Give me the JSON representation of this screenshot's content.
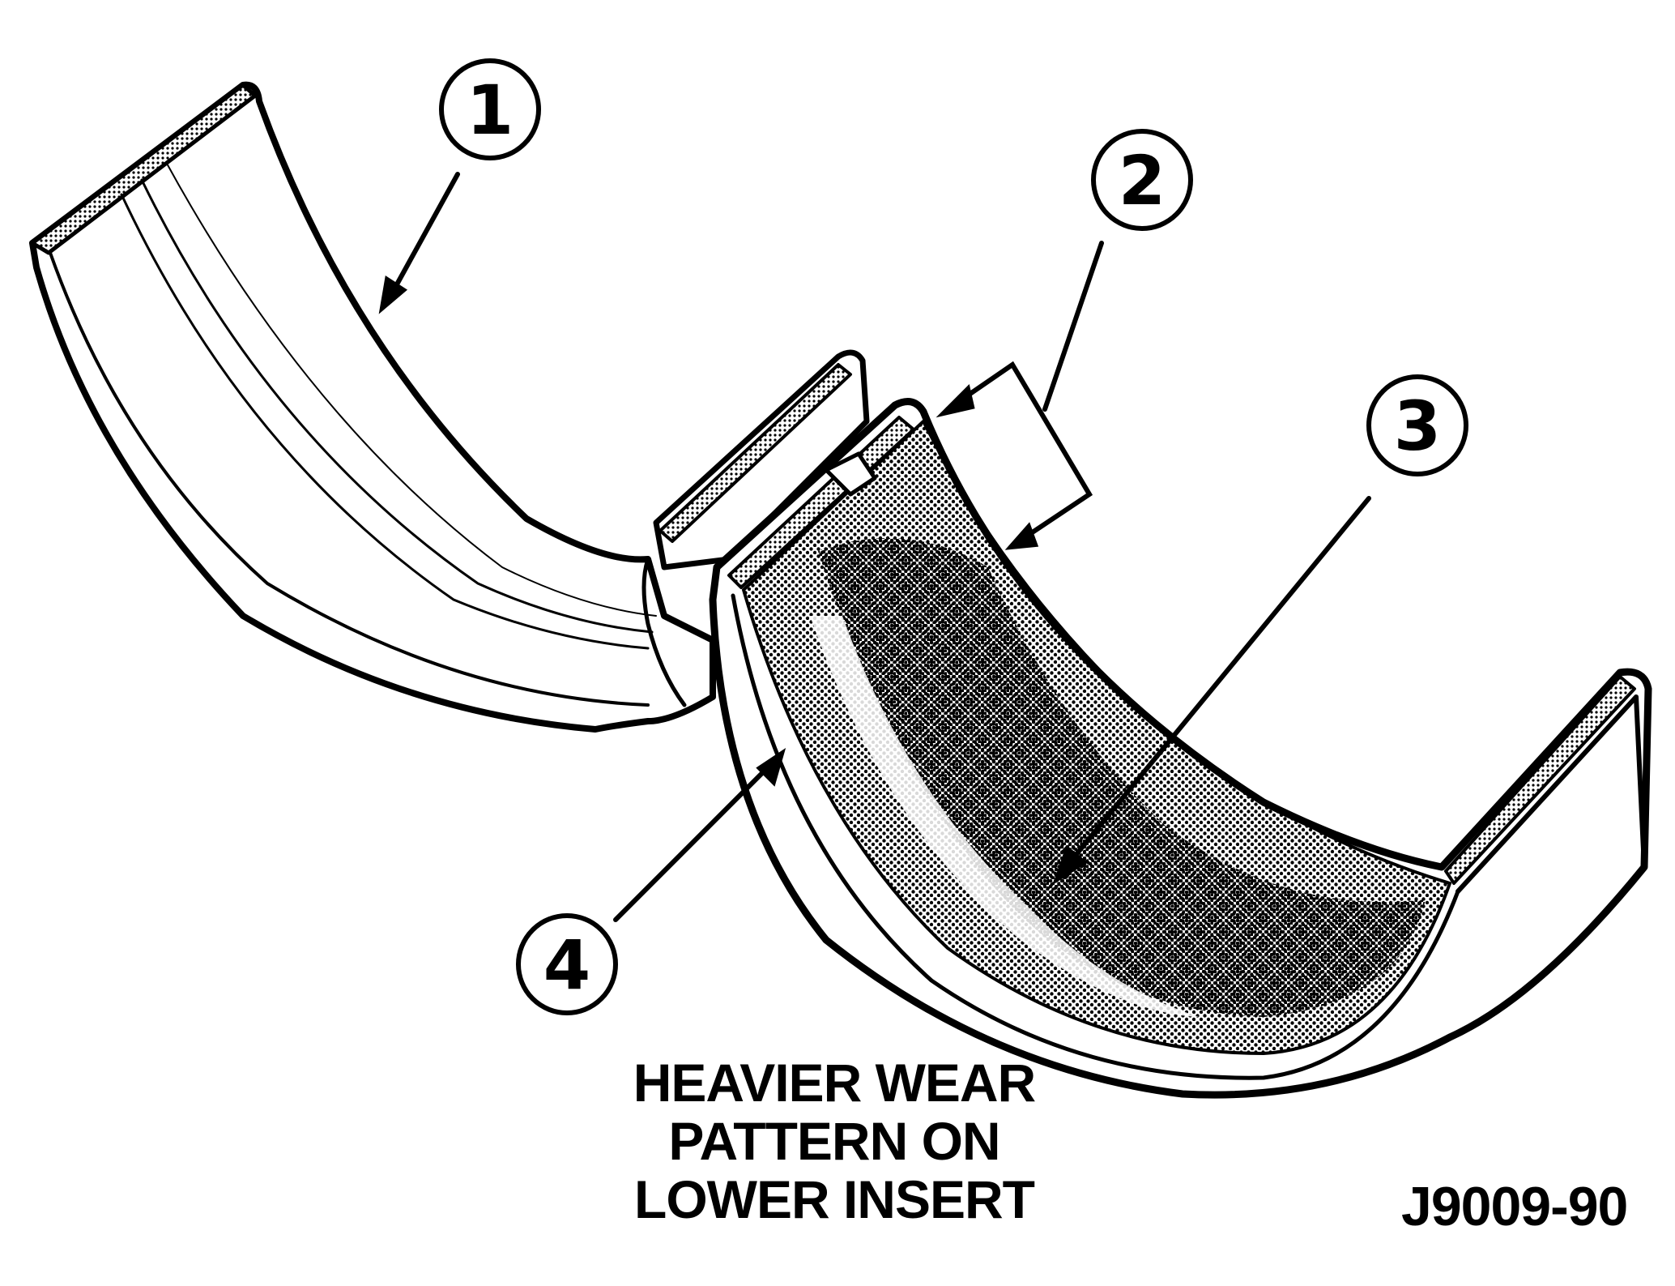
{
  "diagram": {
    "callouts": [
      {
        "id": "1",
        "label": "1"
      },
      {
        "id": "2",
        "label": "2"
      },
      {
        "id": "3",
        "label": "3"
      },
      {
        "id": "4",
        "label": "4"
      }
    ],
    "caption_lines": [
      "HEAVIER WEAR",
      "PATTERN ON",
      "LOWER INSERT"
    ],
    "figure_code": "J9009-90",
    "colors": {
      "ink": "#000000",
      "paper": "#ffffff",
      "wear_shading": "#3a3a3a"
    }
  }
}
